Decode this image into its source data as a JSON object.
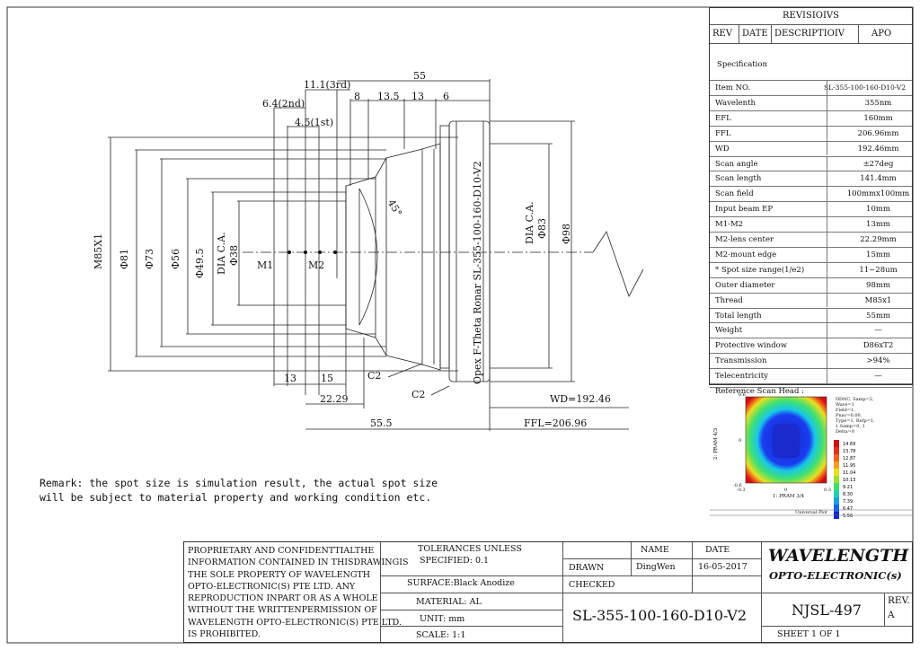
{
  "revisions": {
    "title": "REVISIOIVS",
    "col_rev": "REV",
    "col_date": "DATE",
    "col_desc": "DESCRIPTIOIV",
    "col_apo": "APO"
  },
  "specification": {
    "title": "Specification",
    "rows": [
      {
        "key": "Item NO.",
        "value": "SL-355-100-160-D10-V2"
      },
      {
        "key": "Wavelenth",
        "value": "355nm"
      },
      {
        "key": "EFL",
        "value": "160mm"
      },
      {
        "key": "FFL",
        "value": "206.96mm"
      },
      {
        "key": "WD",
        "value": "192.46mm"
      },
      {
        "key": "Scan angle",
        "value": "±27deg"
      },
      {
        "key": "Scan length",
        "value": "141.4mm"
      },
      {
        "key": "Scan field",
        "value": "100mmx100mm"
      },
      {
        "key": "Input beam EP",
        "value": "10mm"
      },
      {
        "key": "M1-M2",
        "value": "13mm"
      },
      {
        "key": "M2-lens center",
        "value": "22.29mm"
      },
      {
        "key": "M2-mount edge",
        "value": "15mm"
      },
      {
        "key": "* Spot size range(1/e2)",
        "value": "11~28um"
      },
      {
        "key": "Outer diameter",
        "value": "98mm"
      },
      {
        "key": "Thread",
        "value": "M85x1"
      },
      {
        "key": "Total length",
        "value": "55mm"
      },
      {
        "key": "Weight",
        "value": "—"
      },
      {
        "key": "Protective window",
        "value": "D86xT2"
      },
      {
        "key": "Transmission",
        "value": ">94%"
      },
      {
        "key": "Telecentricity",
        "value": "—"
      },
      {
        "key": "Reference Scan Head :",
        "value": ""
      }
    ]
  },
  "plot": {
    "notes": [
      "DDNC, Samp=2,",
      "Wave=1",
      "Field=1,",
      "Pnac=0.00,",
      "Type=1, Refp=1,",
      "1 Samp=0, 1",
      "Delta=0"
    ],
    "ylabel": "2: PRAM 4/3",
    "xlabel": "1: PRAM 3/4",
    "xticks": [
      "-0.3",
      "0",
      "0.3"
    ],
    "yticks": [
      "0.6",
      "0",
      "-0.6"
    ],
    "scale": [
      "14.69",
      "13.78",
      "12.87",
      "11.95",
      "11.04",
      "10.13",
      "9.21",
      "8.30",
      "7.39",
      "6.47",
      "5.56"
    ],
    "footer": "Universal Plot"
  },
  "drawing": {
    "top_dims": [
      "55",
      "11.1(3rd)",
      "8",
      "13.5",
      "13",
      "6",
      "6.4(2nd)",
      "4.5(1st)"
    ],
    "left_dims": [
      "M85X1",
      "Φ81",
      "Φ73",
      "Φ56",
      "Φ49.5",
      "DIA C.A.",
      "Φ38"
    ],
    "right_dims": [
      "DIA C.A.",
      "Φ83",
      "Φ98"
    ],
    "markers": [
      "M1",
      "M2"
    ],
    "engraving": "Opex F-Theta Ronar SL-355-100-160-D10-V2",
    "angle": "45°",
    "c2_a": "C2",
    "c2_b": "C2",
    "bottom_dims": [
      "13",
      "15",
      "22.29",
      "55.5",
      "WD=192.46",
      "FFL=206.96"
    ]
  },
  "remark": [
    "Remark: the spot size is simulation result, the actual spot size",
    "will be subject to material property and working condition etc."
  ],
  "title_block": {
    "confidential": [
      "PROPRIETARY AND CONFIDENTTIALTHE",
      "INFORMATION CONTAINED IN THISDRAWINGIS",
      "THE SOLE PROPERTY OF WAVELENGTH",
      "OPTO-ELECTRONIC(S) PTE LTD. ANY",
      "REPRODUCTION INPART OR AS A WHOLE",
      "WITHOUT THE WRITTENPERMISSION OF",
      "WAVELENGTH OPTO-ELECTRONIC(S) PTE LTD.",
      "IS PROHIBITED."
    ],
    "tolerances": [
      "TOLERANCES UNLESS",
      "SPECIFIED: 0.1"
    ],
    "surface": "SURFACE:Black Anodize",
    "material": "MATERIAL: AL",
    "unit": "UNIT:  mm",
    "scale": "SCALE:     1:1",
    "col_name": "NAME",
    "col_date": "DATE",
    "drawn": "DRAWN",
    "drawn_name": "DingWen",
    "drawn_date": "16-05-2017",
    "checked": "CHECKED",
    "part_no": "SL-355-100-160-D10-V2",
    "company": "WAVELENGTH",
    "company_sub": "OPTO-ELECTRONIC(s)",
    "drawing_no": "NJSL-497",
    "rev_label": "REV.",
    "rev_value": "A",
    "sheet": "SHEET 1 OF 1"
  }
}
